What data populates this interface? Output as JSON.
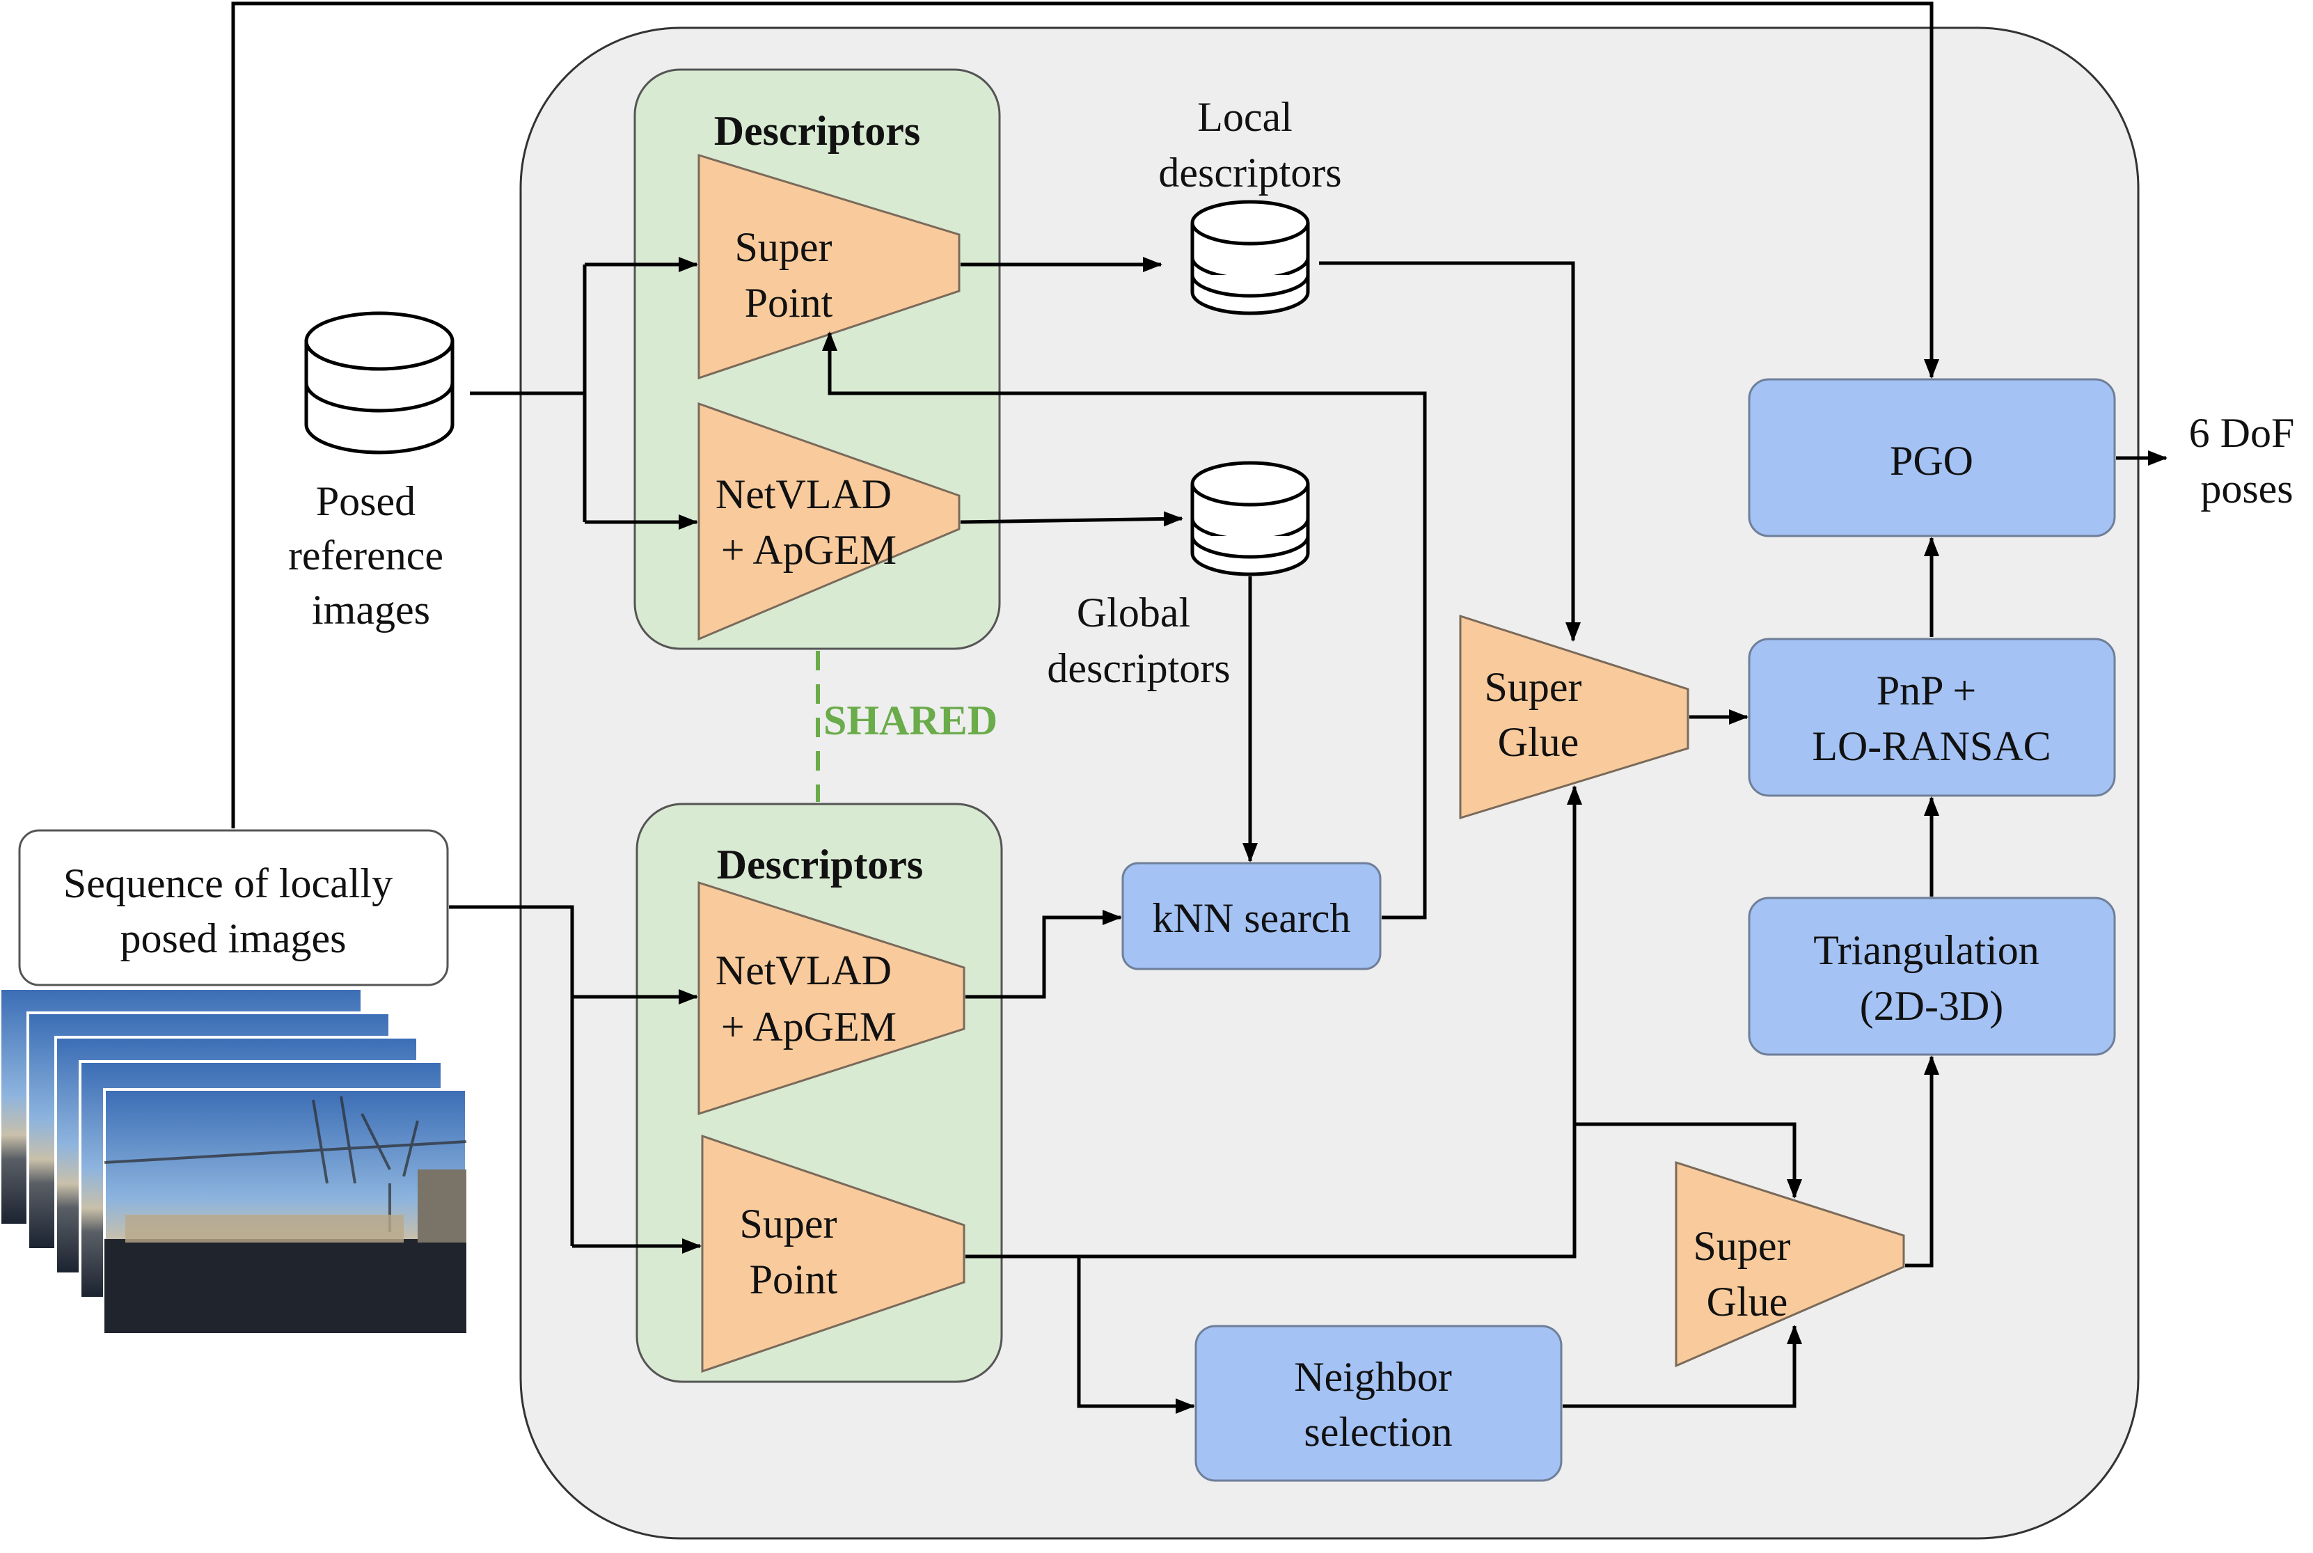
{
  "labels": {
    "descriptors_top": "Descriptors",
    "descriptors_bottom": "Descriptors",
    "local_descriptors": [
      "Local",
      "descriptors"
    ],
    "global_descriptors": [
      "Global",
      "descriptors"
    ],
    "superpoint_top": [
      "Super",
      "Point"
    ],
    "netvlad_top": [
      "NetVLAD",
      "+ ApGEM"
    ],
    "netvlad_bottom": [
      "NetVLAD",
      "+ ApGEM"
    ],
    "superpoint_bottom": [
      "Super",
      "Point"
    ],
    "superglue_top": [
      "Super",
      "Glue"
    ],
    "superglue_bottom": [
      "Super",
      "Glue"
    ],
    "shared": "SHARED",
    "posed_reference": [
      "Posed",
      "reference",
      "images"
    ],
    "sequence": [
      "Sequence of locally",
      "posed images"
    ],
    "knn": "kNN search",
    "pgo": "PGO",
    "pnp": [
      "PnP +",
      "LO-RANSAC"
    ],
    "triangulation": [
      "Triangulation",
      "(2D-3D)"
    ],
    "neighbor": [
      "Neighbor",
      "selection"
    ],
    "output": [
      "6 DoF",
      "poses"
    ]
  },
  "colors": {
    "module_blue": "#a4c2f4",
    "network_orange": "#f9cb9c",
    "descriptor_green": "#d9ead3",
    "shared_green": "#6aab4a",
    "panel_gray": "#eeeeee"
  }
}
